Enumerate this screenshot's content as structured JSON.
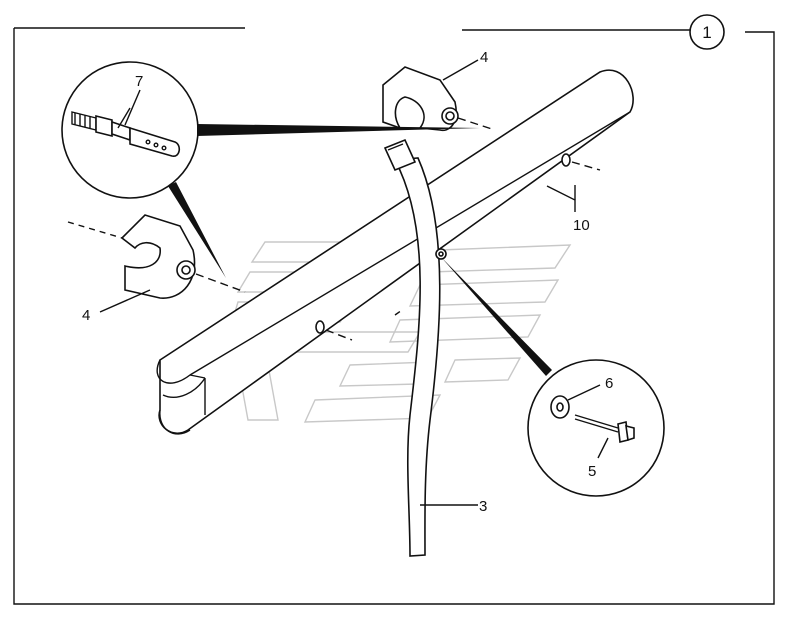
{
  "figure_number": "1",
  "callouts": {
    "label_4_top": "4",
    "label_4_left": "4",
    "label_7": "7",
    "label_10": "10",
    "label_6": "6",
    "label_5": "5",
    "label_3": "3"
  },
  "colors": {
    "ink": "#111111",
    "watermark": "#c8c8c8",
    "background": "#ffffff"
  }
}
